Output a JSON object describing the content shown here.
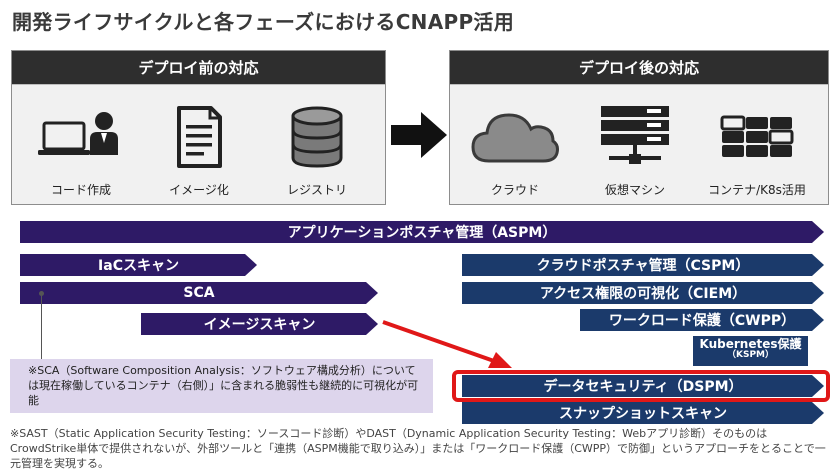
{
  "title": "開発ライフサイクルと各フェーズにおけるCNAPP活用",
  "panels": {
    "left": {
      "heading": "デプロイ前の対応",
      "items": [
        {
          "label": "コード作成",
          "icon": "laptop-user-icon"
        },
        {
          "label": "イメージ化",
          "icon": "document-icon"
        },
        {
          "label": "レジストリ",
          "icon": "database-icon"
        }
      ]
    },
    "right": {
      "heading": "デプロイ後の対応",
      "items": [
        {
          "label": "クラウド",
          "icon": "cloud-icon"
        },
        {
          "label": "仮想マシン",
          "icon": "server-icon"
        },
        {
          "label": "コンテナ/K8s活用",
          "icon": "container-icon"
        }
      ]
    }
  },
  "bars": {
    "aspm": "アプリケーションポスチャ管理（ASPM）",
    "iac": "IaCスキャン",
    "sca": "SCA",
    "image_scan": "イメージスキャン",
    "cspm": "クラウドポスチャ管理（CSPM）",
    "ciem": "アクセス権限の可視化（CIEM）",
    "cwpp": "ワークロード保護（CWPP）",
    "kubernetes": "Kubernetes保護",
    "kspm": "（KSPM）",
    "dspm": "データセキュリティ（DSPM）",
    "snapshot": "スナップショットスキャン"
  },
  "notes": {
    "sca_note": "※SCA（Software Composition Analysis：ソフトウェア構成分析）については現在稼働しているコンテナ（右側）」に含まれる脆弱性も継続的に可視化が可能",
    "footnote": "※SAST（Static Application Security Testing：ソースコード診断）やDAST（Dynamic Application Security Testing：Webアプリ診断）そのものはCrowdStrike単体で提供されないが、外部ツールと「連携（ASPM機能で取り込み）」または「ワークロード保護（CWPP）で防御」というアプローチをとることで一元管理を実現する。"
  },
  "colors": {
    "purple": "#2e1a66",
    "navy": "#1b3a6b",
    "highlight_red": "#e01818",
    "note_bg": "#ddd5ec",
    "panel_header": "#2e2e2e"
  }
}
